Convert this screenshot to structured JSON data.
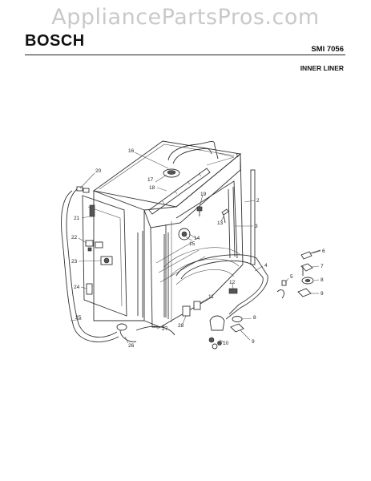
{
  "watermark": "AppliancePartsPros.com",
  "header": {
    "brand": "BOSCH",
    "model": "SMI 7056",
    "section": "INNER LINER"
  },
  "callouts": [
    {
      "id": "1",
      "label": "1"
    },
    {
      "id": "2",
      "label": "2"
    },
    {
      "id": "3",
      "label": "3"
    },
    {
      "id": "4",
      "label": "4"
    },
    {
      "id": "5",
      "label": "5"
    },
    {
      "id": "6",
      "label": "6"
    },
    {
      "id": "7",
      "label": "7"
    },
    {
      "id": "8a",
      "label": "8"
    },
    {
      "id": "8b",
      "label": "8"
    },
    {
      "id": "9a",
      "label": "9"
    },
    {
      "id": "9b",
      "label": "9"
    },
    {
      "id": "10",
      "label": "10"
    },
    {
      "id": "11",
      "label": "11"
    },
    {
      "id": "12",
      "label": "12"
    },
    {
      "id": "13",
      "label": "13"
    },
    {
      "id": "14",
      "label": "14"
    },
    {
      "id": "15",
      "label": "15"
    },
    {
      "id": "16",
      "label": "16"
    },
    {
      "id": "17",
      "label": "17"
    },
    {
      "id": "18",
      "label": "18"
    },
    {
      "id": "19",
      "label": "19"
    },
    {
      "id": "20",
      "label": "20"
    },
    {
      "id": "21",
      "label": "21"
    },
    {
      "id": "22",
      "label": "22"
    },
    {
      "id": "23",
      "label": "23"
    },
    {
      "id": "24",
      "label": "24"
    },
    {
      "id": "25",
      "label": "25"
    },
    {
      "id": "26",
      "label": "26"
    },
    {
      "id": "27",
      "label": "27"
    },
    {
      "id": "28",
      "label": "28"
    }
  ]
}
